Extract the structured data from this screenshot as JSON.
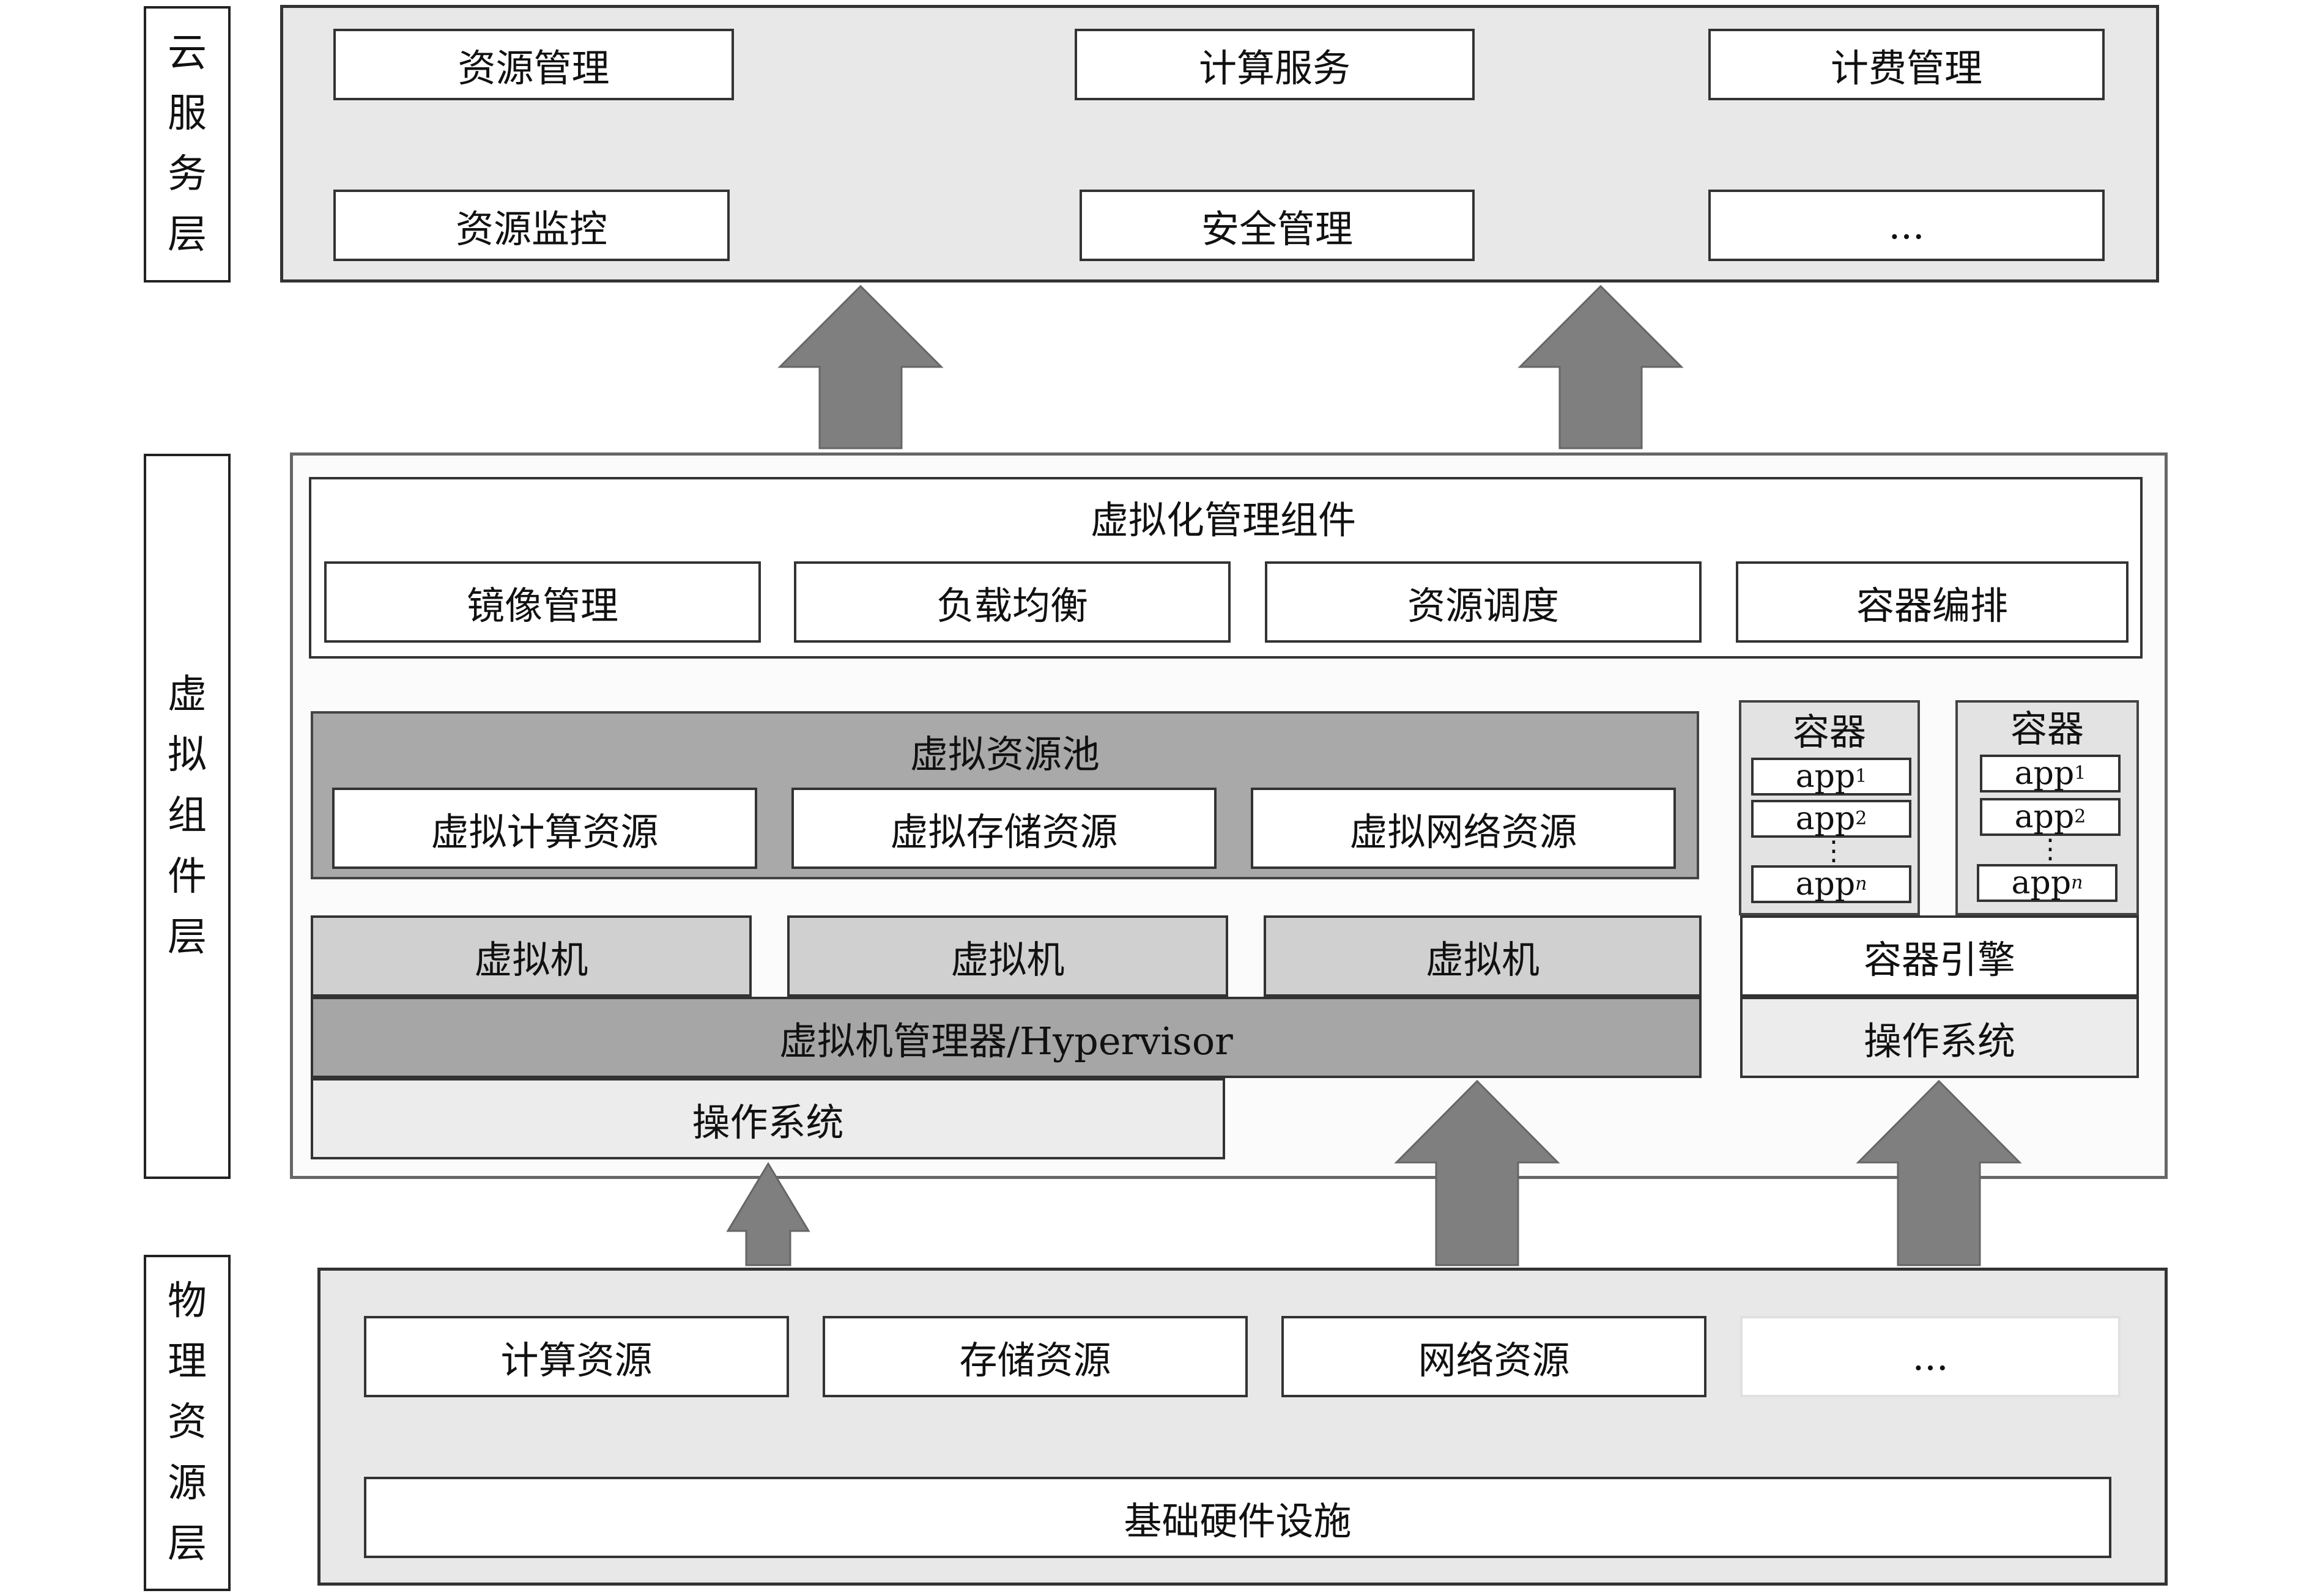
{
  "layers": {
    "cloud_service": [
      "云",
      "服",
      "务",
      "层"
    ],
    "virtual_component": [
      "虚",
      "拟",
      "组",
      "件",
      "层"
    ],
    "physical_resource": [
      "物",
      "理",
      "资",
      "源",
      "层"
    ]
  },
  "cloud_services": {
    "items": [
      "资源管理",
      "计算服务",
      "计费管理",
      "资源监控",
      "安全管理",
      "..."
    ]
  },
  "virtualization_management": {
    "title": "虚拟化管理组件",
    "items": [
      "镜像管理",
      "负载均衡",
      "资源调度",
      "容器编排"
    ]
  },
  "virtual_resource_pool": {
    "title": "虚拟资源池",
    "items": [
      "虚拟计算资源",
      "虚拟存储资源",
      "虚拟网络资源"
    ]
  },
  "virtual_machines": [
    "虚拟机",
    "虚拟机",
    "虚拟机"
  ],
  "hypervisor": "虚拟机管理器/Hypervisor",
  "host_os": "操作系统",
  "containers": [
    {
      "label": "容器",
      "apps": [
        {
          "base": "app",
          "sub": "1"
        },
        {
          "base": "app",
          "sub": "2"
        },
        {
          "base": "app",
          "sub": "n"
        }
      ]
    },
    {
      "label": "容器",
      "apps": [
        {
          "base": "app",
          "sub": "1"
        },
        {
          "base": "app",
          "sub": "2"
        },
        {
          "base": "app",
          "sub": "n"
        }
      ]
    }
  ],
  "container_engine": "容器引擎",
  "container_os": "操作系统",
  "physical_resources": {
    "items": [
      "计算资源",
      "存储资源",
      "网络资源",
      "..."
    ],
    "infrastructure": "基础硬件设施"
  },
  "colors": {
    "arrow": "#7f7f7f",
    "panel": "#e8e8e8",
    "hypervisor": "#a6a6a6",
    "vm": "#d0d0d0"
  }
}
